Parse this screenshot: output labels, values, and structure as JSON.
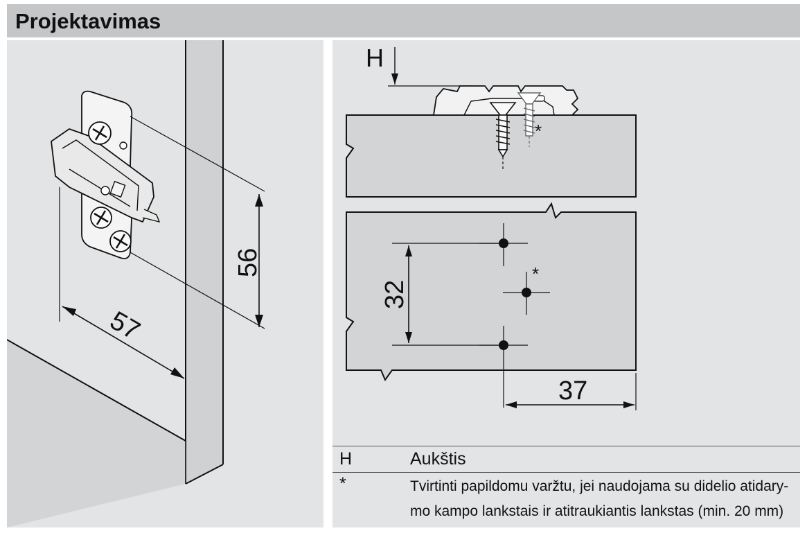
{
  "header": {
    "title": "Projektavimas"
  },
  "left_drawing": {
    "dim_depth": "57",
    "dim_height": "56"
  },
  "right_drawing": {
    "label_h": "H",
    "dim_hole_spacing": "32",
    "dim_edge_distance": "37",
    "asterisk": "*"
  },
  "legend": [
    {
      "key": "H",
      "value": "Aukštis"
    },
    {
      "key": "*",
      "value": "Tvirtinti papildomu varžtu, jei naudojama su didelio atidary-mo kampo lankstais ir atitraukiantis lankstas (min. 20 mm)"
    }
  ],
  "colors": {
    "header_bg": "#c4c6c8",
    "panel_bg": "#e3e4e5",
    "line": "#111111"
  }
}
